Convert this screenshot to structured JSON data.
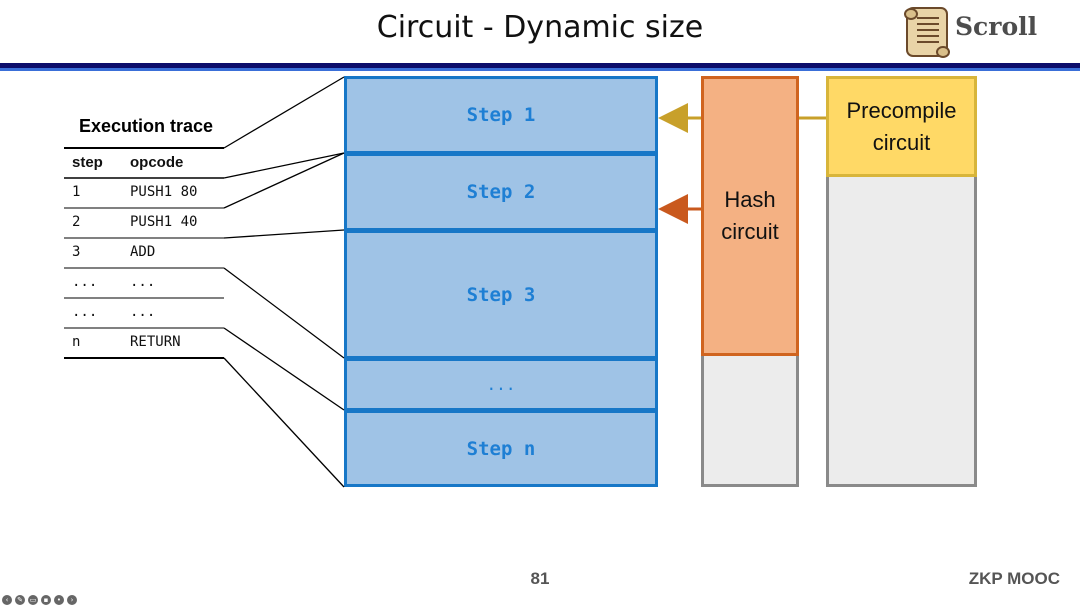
{
  "slide": {
    "title": "Circuit - Dynamic size",
    "logo_text": "Scroll",
    "page_number": "81",
    "footer_brand": "ZKP MOOC"
  },
  "trace": {
    "title": "Execution trace",
    "columns": [
      "step",
      "opcode"
    ],
    "rows": [
      {
        "step": "1",
        "opcode": "PUSH1 80"
      },
      {
        "step": "2",
        "opcode": "PUSH1 40"
      },
      {
        "step": "3",
        "opcode": "ADD"
      },
      {
        "step": "...",
        "opcode": "..."
      },
      {
        "step": "...",
        "opcode": "..."
      },
      {
        "step": "n",
        "opcode": "RETURN"
      }
    ]
  },
  "steps": [
    "Step 1",
    "Step 2",
    "Step 3",
    "...",
    "Step n"
  ],
  "hash_circuit": {
    "label_line1": "Hash",
    "label_line2": "circuit"
  },
  "precompile_circuit": {
    "label_line1": "Precompile",
    "label_line2": "circuit"
  },
  "colors": {
    "step_fill": "#9fc3e6",
    "step_border": "#1777c7",
    "hash_fill": "#f4b183",
    "hash_border": "#d0641f",
    "precompile_fill": "#ffd966",
    "precompile_border": "#d8b53a",
    "unused_fill": "#ececec",
    "arrow_gold": "#c8a02a",
    "arrow_orange": "#c9591e"
  },
  "controls": [
    "back-icon",
    "pen-icon",
    "captions-icon",
    "camera-icon",
    "more-icon",
    "forward-icon"
  ]
}
